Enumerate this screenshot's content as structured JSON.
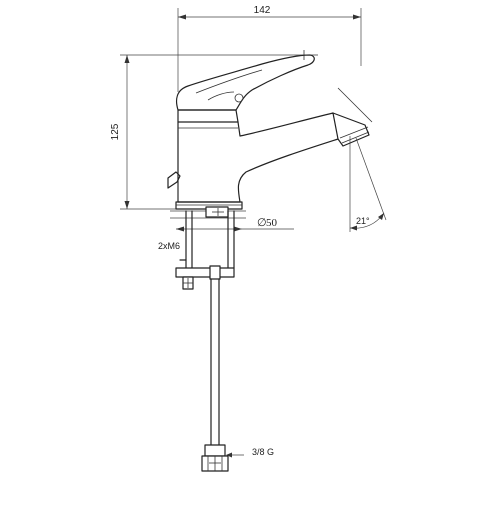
{
  "drawing": {
    "dimensions": {
      "width": "142",
      "height": "125",
      "base_diameter": "50",
      "spout_angle": "21°"
    },
    "labels": {
      "bolts": "2xM6",
      "connection": "3/8 G"
    },
    "diameter_symbol": "∅"
  }
}
